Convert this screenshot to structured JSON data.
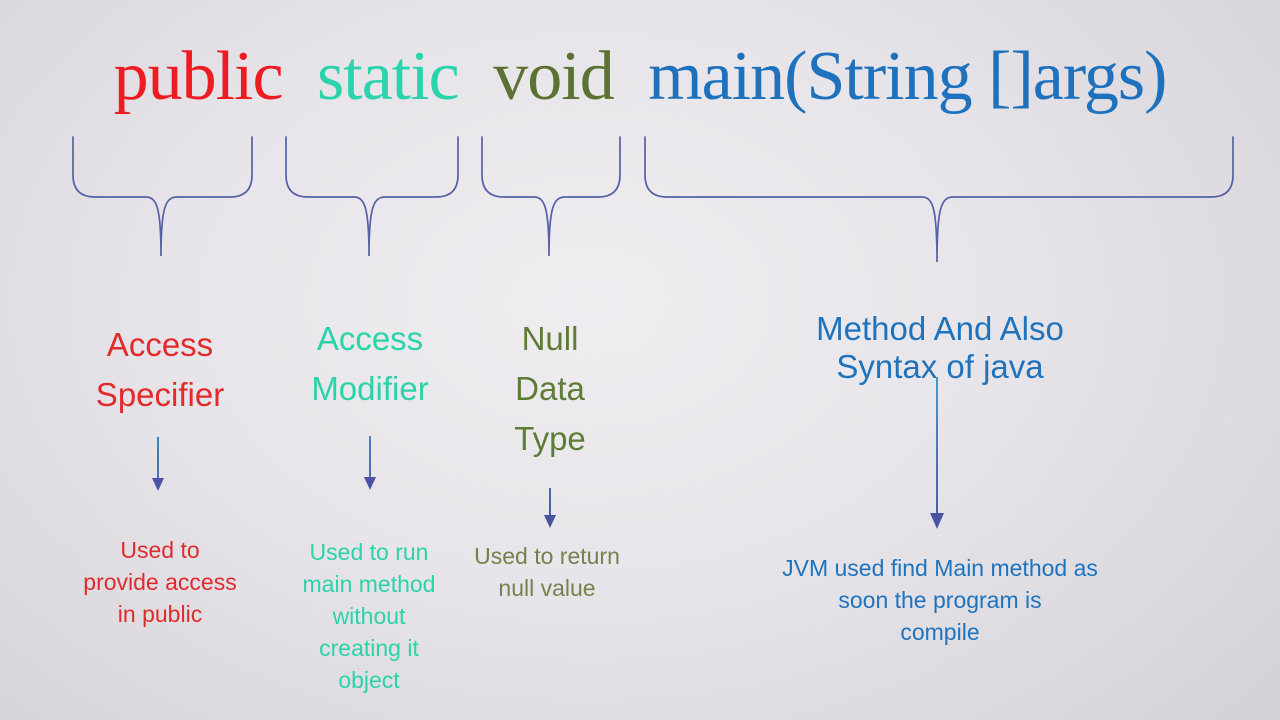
{
  "title": {
    "full_text": "public static void main(String []args)"
  },
  "sections": [
    {
      "keyword": "public",
      "keyword_color": "#ee1b22",
      "label": "Access\nSpecifier",
      "label_color": "#e22a2b",
      "description": "Used to\nprovide access\nin public",
      "description_color": "#e02b2c"
    },
    {
      "keyword": "static",
      "keyword_color": "#2ad3ac",
      "label": "Access\nModifier",
      "label_color": "#2bd3a9",
      "description": "Used to run\nmain method\nwithout\ncreating it\nobject",
      "description_color": "#2bd3a9"
    },
    {
      "keyword": "void",
      "keyword_color": "#5c7232",
      "label": "Null\nData\nType",
      "label_color": "#5f7c35",
      "description": "Used to return\nnull value",
      "description_color": "#76824d"
    },
    {
      "keyword": "main(String []args)",
      "keyword_color": "#1d71bd",
      "label": "Method And Also Syntax of java",
      "label_color": "#1e73be",
      "description": "JVM used find Main method as soon the program is\ncompile",
      "description_color": "#1e73be"
    }
  ],
  "connector_colors": {
    "brace": "#5661a8",
    "arrow_shaft_top": "#3f9fd4",
    "arrow_shaft_bottom": "#4b55a2",
    "arrow_head": "#4a52a2"
  }
}
